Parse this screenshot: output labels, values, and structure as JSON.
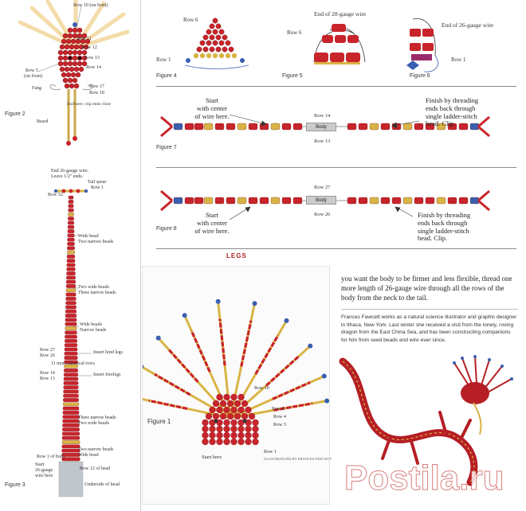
{
  "figure2": {
    "caption": "Figure 2",
    "labels": {
      "row10": "Row 10 (on front)",
      "row11": "Row 11",
      "row12": "Row 12",
      "row13": "Row 13",
      "row14": "Row 14",
      "row5": "Row 5",
      "row5b": "(on front)",
      "fang": "Fang",
      "row17": "Row 17",
      "row18": "Row 18",
      "endnote": "End here; clip ends close",
      "beard": "Beard"
    }
  },
  "figure3": {
    "caption": "Figure 3",
    "labels": {
      "top1": "End 26-gauge wire.",
      "top2": "Leave 1/2\" ends.",
      "tail1": "Tail spear",
      "tail2": "Row 1",
      "row52": "Row 52",
      "wide1a": "Wide bead",
      "wide1b": "Two narrow beads",
      "wide2a": "Two wide beads",
      "wide2b": "Three narrow beads",
      "wide3a": "Wide beads",
      "wide3b": "Narrow beads",
      "row27": "Row 27",
      "row26": "Row 26",
      "hind": "Insert hind legs",
      "identical": "11 more identical rows",
      "row14": "Row 14",
      "row13": "Row 13",
      "fore": "Insert forelegs",
      "three_a": "Three narrow beads",
      "three_b": "Two wide beads",
      "two_a": "Two narrow beads",
      "two_b": "Wide bead",
      "row1body": "Row 1 of body",
      "row12head": "Row 12 of head",
      "start1": "Start",
      "start2": "26-gauge",
      "start3": "wire here",
      "underside": "Underside of head"
    }
  },
  "figure4": {
    "caption": "Figure 4",
    "row6": "Row 6",
    "row1": "Row 1"
  },
  "figure5": {
    "caption": "Figure 5",
    "end": "End of 28-gauge wire",
    "row6": "Row 6"
  },
  "figure6": {
    "caption": "Figure 6",
    "end": "End of 26-gauge wire",
    "row1": "Row 1"
  },
  "figure7": {
    "caption": "Figure 7",
    "start": [
      "Start",
      "with center",
      "of wire here."
    ],
    "finish": [
      "Finish by threading",
      "ends back through",
      "single ladder-stitch",
      "bead.  Clip."
    ],
    "row_top": "Row 14",
    "row_bottom": "Row 13",
    "body": "Body"
  },
  "figure8": {
    "caption": "Figure 8",
    "start": [
      "Start",
      "with center",
      "of wire here."
    ],
    "finish": [
      "Finish by threading",
      "ends back through",
      "single ladder-stitch",
      "bead.  Clip."
    ],
    "row_top": "Row 27",
    "row_bottom": "Row 26",
    "body": "Body"
  },
  "legs": {
    "heading": "LEGS"
  },
  "figure1": {
    "caption": "Figure 1",
    "row10": "Row 10",
    "row5": "Row 5",
    "row4": "Row 4",
    "row3": "Row 3",
    "row1": "Row 1",
    "start": "Start here",
    "credit": "ILLUSTRATIONS BY FRANCES FAWCETT"
  },
  "text": {
    "para": "you want the body to be firmer and less flexible, thread one more length of 26-gauge wire through all the rows of the body from the neck to the tail.",
    "bio": "Frances Fawcett works as a natural science illustrator and graphic designer in Ithaca, New York. Last winter she received a visit from the lonely, roving dragon from the East China Sea, and has been constructing companions for him from seed beads and wire ever since."
  },
  "watermark": "Postila.ru",
  "colors": {
    "red": "#c8242b",
    "gold": "#d9b445",
    "blue": "#3a5fb0",
    "grey": "#9aa0a6"
  }
}
